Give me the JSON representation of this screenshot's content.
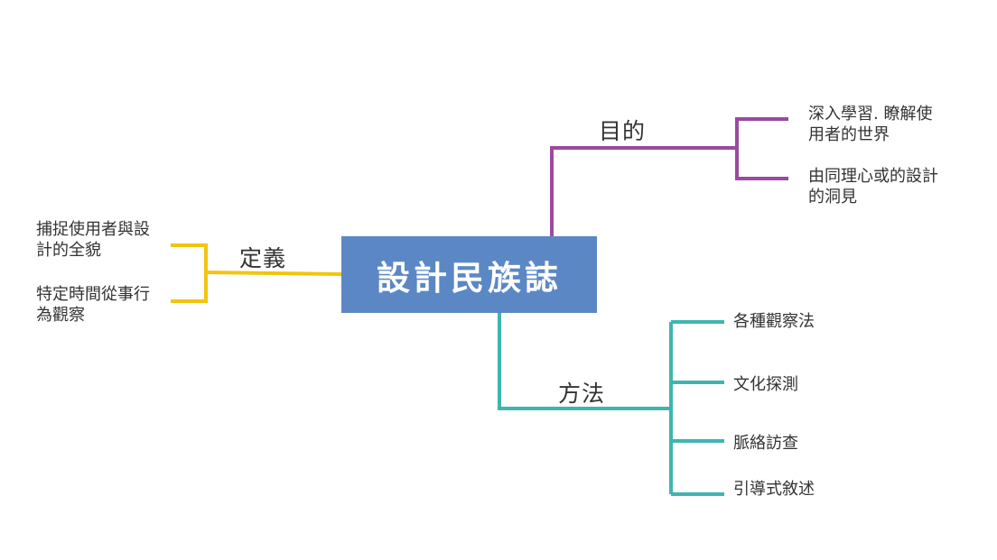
{
  "center": {
    "label": "設計民族誌",
    "color": "#5b87c5"
  },
  "branches": {
    "purpose": {
      "label": "目的",
      "color": "#9b4a9f",
      "items": [
        "深入學習. 瞭解使\n用者的世界",
        "由同理心或的設計\n的洞見"
      ]
    },
    "definition": {
      "label": "定義",
      "color": "#f1c40f",
      "items": [
        "捕捉使用者與設\n計的全貌",
        "特定時間從事行\n為觀察"
      ]
    },
    "method": {
      "label": "方法",
      "color": "#3fb5b0",
      "items": [
        "各種觀察法",
        "文化探測",
        "脈絡訪查",
        "引導式敘述"
      ]
    }
  }
}
